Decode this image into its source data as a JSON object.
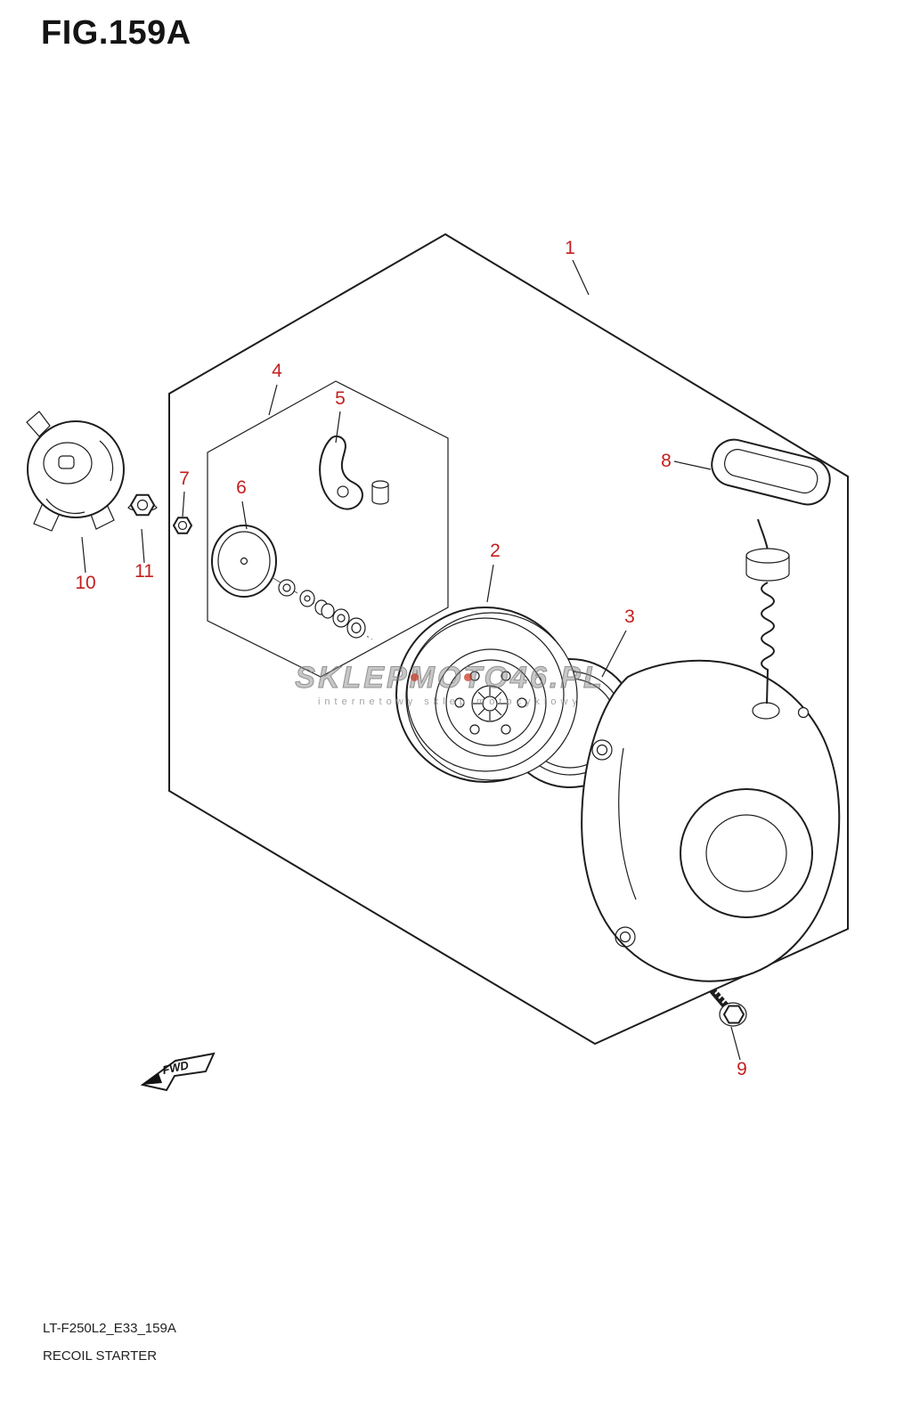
{
  "figure": {
    "title": "FIG.159A"
  },
  "footer": {
    "code": "LT-F250L2_E33_159A",
    "title": "RECOIL STARTER"
  },
  "watermark": {
    "brand": "SKLEPMOTO46.PL",
    "subtitle": "internetowy sklep motocyklowy"
  },
  "fwd": {
    "label": "FWD"
  },
  "callouts": [
    {
      "n": "1"
    },
    {
      "n": "2"
    },
    {
      "n": "3"
    },
    {
      "n": "4"
    },
    {
      "n": "5"
    },
    {
      "n": "6"
    },
    {
      "n": "7"
    },
    {
      "n": "8"
    },
    {
      "n": "9"
    },
    {
      "n": "10"
    },
    {
      "n": "11"
    }
  ],
  "colors": {
    "callout_red": "#c31f1f",
    "line_black": "#1d1d1d",
    "watermark_gray": "#8c8c8c",
    "watermark_accent": "#c83c28"
  }
}
